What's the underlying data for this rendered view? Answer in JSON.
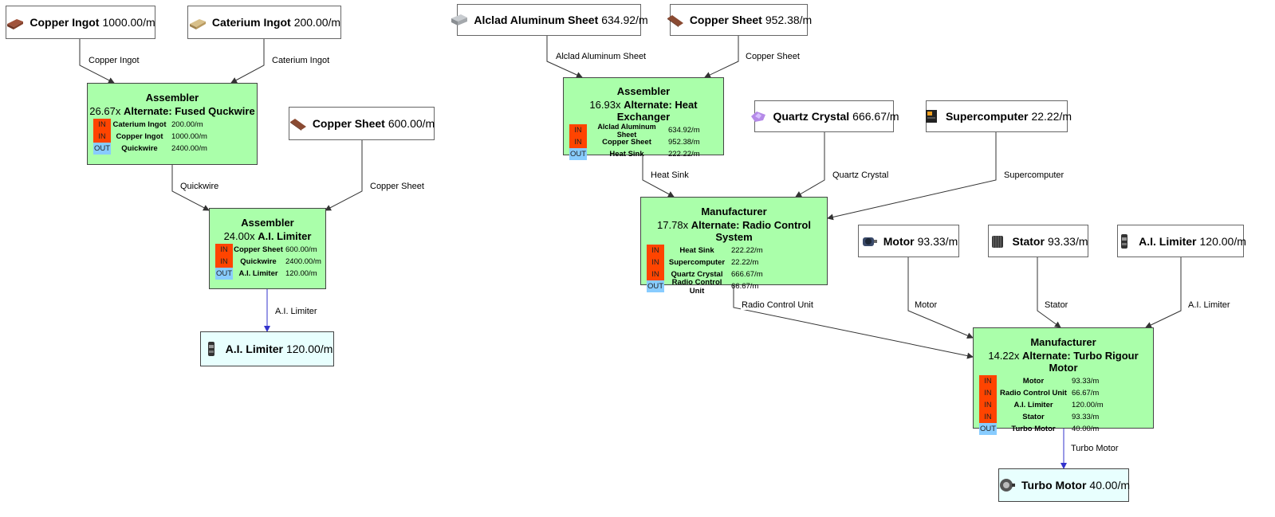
{
  "sources": [
    {
      "id": "copper-ingot",
      "name": "Copper Ingot",
      "rate": "1000.00/m",
      "icon": "copper-ingot-icon"
    },
    {
      "id": "caterium-ingot",
      "name": "Caterium Ingot",
      "rate": "200.00/m",
      "icon": "caterium-ingot-icon"
    },
    {
      "id": "copper-sheet-a",
      "name": "Copper Sheet",
      "rate": "600.00/m",
      "icon": "copper-sheet-icon"
    },
    {
      "id": "alclad",
      "name": "Alclad Aluminum Sheet",
      "rate": "634.92/m",
      "icon": "alclad-aluminum-sheet-icon"
    },
    {
      "id": "copper-sheet-b",
      "name": "Copper Sheet",
      "rate": "952.38/m",
      "icon": "copper-sheet-icon"
    },
    {
      "id": "quartz",
      "name": "Quartz Crystal",
      "rate": "666.67/m",
      "icon": "quartz-crystal-icon"
    },
    {
      "id": "supercomputer",
      "name": "Supercomputer",
      "rate": "22.22/m",
      "icon": "supercomputer-icon"
    },
    {
      "id": "motor",
      "name": "Motor",
      "rate": "93.33/m",
      "icon": "motor-icon"
    },
    {
      "id": "stator",
      "name": "Stator",
      "rate": "93.33/m",
      "icon": "stator-icon"
    },
    {
      "id": "ai-limiter-src",
      "name": "A.I. Limiter",
      "rate": "120.00/m",
      "icon": "ai-limiter-icon"
    }
  ],
  "sinks": [
    {
      "id": "ai-limiter-out",
      "name": "A.I. Limiter",
      "rate": "120.00/m",
      "icon": "ai-limiter-icon"
    },
    {
      "id": "turbo-motor-out",
      "name": "Turbo Motor",
      "rate": "40.00/m",
      "icon": "turbo-motor-icon"
    }
  ],
  "recipes": [
    {
      "id": "fused-quickwire",
      "machine": "Assembler",
      "multiplier": "26.67x",
      "recipe": "Alternate: Fused Quckwire",
      "rows": [
        {
          "dir": "IN",
          "name": "Caterium Ingot",
          "rate": "200.00/m"
        },
        {
          "dir": "IN",
          "name": "Copper Ingot",
          "rate": "1000.00/m"
        },
        {
          "dir": "OUT",
          "name": "Quickwire",
          "rate": "2400.00/m"
        }
      ]
    },
    {
      "id": "ai-limiter",
      "machine": "Assembler",
      "multiplier": "24.00x",
      "recipe": "A.I. Limiter",
      "rows": [
        {
          "dir": "IN",
          "name": "Copper Sheet",
          "rate": "600.00/m"
        },
        {
          "dir": "IN",
          "name": "Quickwire",
          "rate": "2400.00/m"
        },
        {
          "dir": "OUT",
          "name": "A.I. Limiter",
          "rate": "120.00/m"
        }
      ]
    },
    {
      "id": "heat-exchanger",
      "machine": "Assembler",
      "multiplier": "16.93x",
      "recipe": "Alternate: Heat Exchanger",
      "rows": [
        {
          "dir": "IN",
          "name": "Alclad Aluminum Sheet",
          "rate": "634.92/m"
        },
        {
          "dir": "IN",
          "name": "Copper Sheet",
          "rate": "952.38/m"
        },
        {
          "dir": "OUT",
          "name": "Heat Sink",
          "rate": "222.22/m"
        }
      ]
    },
    {
      "id": "radio-control",
      "machine": "Manufacturer",
      "multiplier": "17.78x",
      "recipe": "Alternate: Radio Control System",
      "rows": [
        {
          "dir": "IN",
          "name": "Heat Sink",
          "rate": "222.22/m"
        },
        {
          "dir": "IN",
          "name": "Supercomputer",
          "rate": "22.22/m"
        },
        {
          "dir": "IN",
          "name": "Quartz Crystal",
          "rate": "666.67/m"
        },
        {
          "dir": "OUT",
          "name": "Radio Control Unit",
          "rate": "66.67/m"
        }
      ]
    },
    {
      "id": "turbo-rigour",
      "machine": "Manufacturer",
      "multiplier": "14.22x",
      "recipe": "Alternate: Turbo Rigour Motor",
      "rows": [
        {
          "dir": "IN",
          "name": "Motor",
          "rate": "93.33/m"
        },
        {
          "dir": "IN",
          "name": "Radio Control Unit",
          "rate": "66.67/m"
        },
        {
          "dir": "IN",
          "name": "A.I. Limiter",
          "rate": "120.00/m"
        },
        {
          "dir": "IN",
          "name": "Stator",
          "rate": "93.33/m"
        },
        {
          "dir": "OUT",
          "name": "Turbo Motor",
          "rate": "40.00/m"
        }
      ]
    }
  ],
  "edges": [
    {
      "from": "copper-ingot",
      "to": "fused-quickwire",
      "label": "Copper Ingot"
    },
    {
      "from": "caterium-ingot",
      "to": "fused-quickwire",
      "label": "Caterium Ingot"
    },
    {
      "from": "fused-quickwire",
      "to": "ai-limiter",
      "label": "Quickwire"
    },
    {
      "from": "copper-sheet-a",
      "to": "ai-limiter",
      "label": "Copper Sheet"
    },
    {
      "from": "ai-limiter",
      "to": "ai-limiter-out",
      "label": "A.I. Limiter",
      "final": true
    },
    {
      "from": "alclad",
      "to": "heat-exchanger",
      "label": "Alclad Aluminum Sheet"
    },
    {
      "from": "copper-sheet-b",
      "to": "heat-exchanger",
      "label": "Copper Sheet"
    },
    {
      "from": "heat-exchanger",
      "to": "radio-control",
      "label": "Heat Sink"
    },
    {
      "from": "quartz",
      "to": "radio-control",
      "label": "Quartz Crystal"
    },
    {
      "from": "supercomputer",
      "to": "radio-control",
      "label": "Supercomputer"
    },
    {
      "from": "radio-control",
      "to": "turbo-rigour",
      "label": "Radio Control Unit"
    },
    {
      "from": "motor",
      "to": "turbo-rigour",
      "label": "Motor"
    },
    {
      "from": "stator",
      "to": "turbo-rigour",
      "label": "Stator"
    },
    {
      "from": "ai-limiter-src",
      "to": "turbo-rigour",
      "label": "A.I. Limiter"
    },
    {
      "from": "turbo-rigour",
      "to": "turbo-motor-out",
      "label": "Turbo Motor",
      "final": true
    }
  ],
  "colors": {
    "recipe_fill": "#aaffaa",
    "sink_fill": "#e8fffe",
    "in_tag": "#ff4400",
    "out_tag": "#88ccff",
    "edge": "#333333",
    "final_edge": "#3333cc"
  }
}
